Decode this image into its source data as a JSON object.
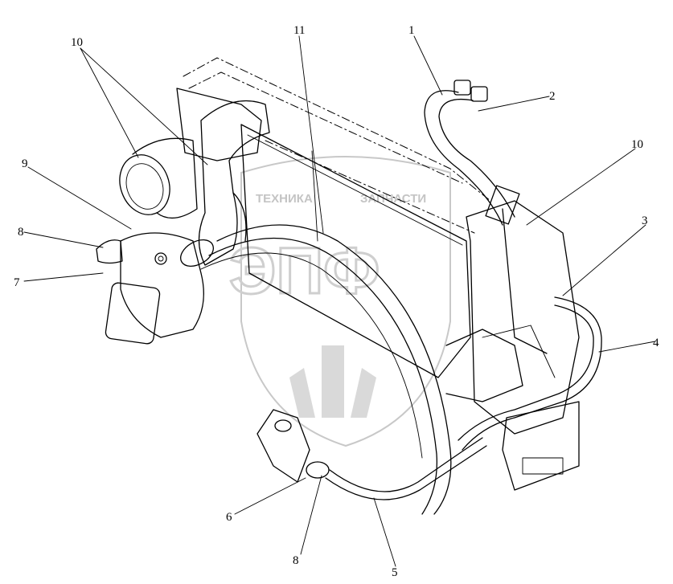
{
  "watermark": {
    "text_left": "ТЕХНИКА",
    "text_right": "ЗАПЧАСТИ",
    "logo_text": "ЭПФ"
  },
  "callouts": {
    "c1": "1",
    "c2": "2",
    "c3": "3",
    "c4": "4",
    "c5": "5",
    "c6": "6",
    "c7": "7",
    "c8a": "8",
    "c8b": "8",
    "c9": "9",
    "c10a": "10",
    "c10b": "10",
    "c11": "11"
  }
}
